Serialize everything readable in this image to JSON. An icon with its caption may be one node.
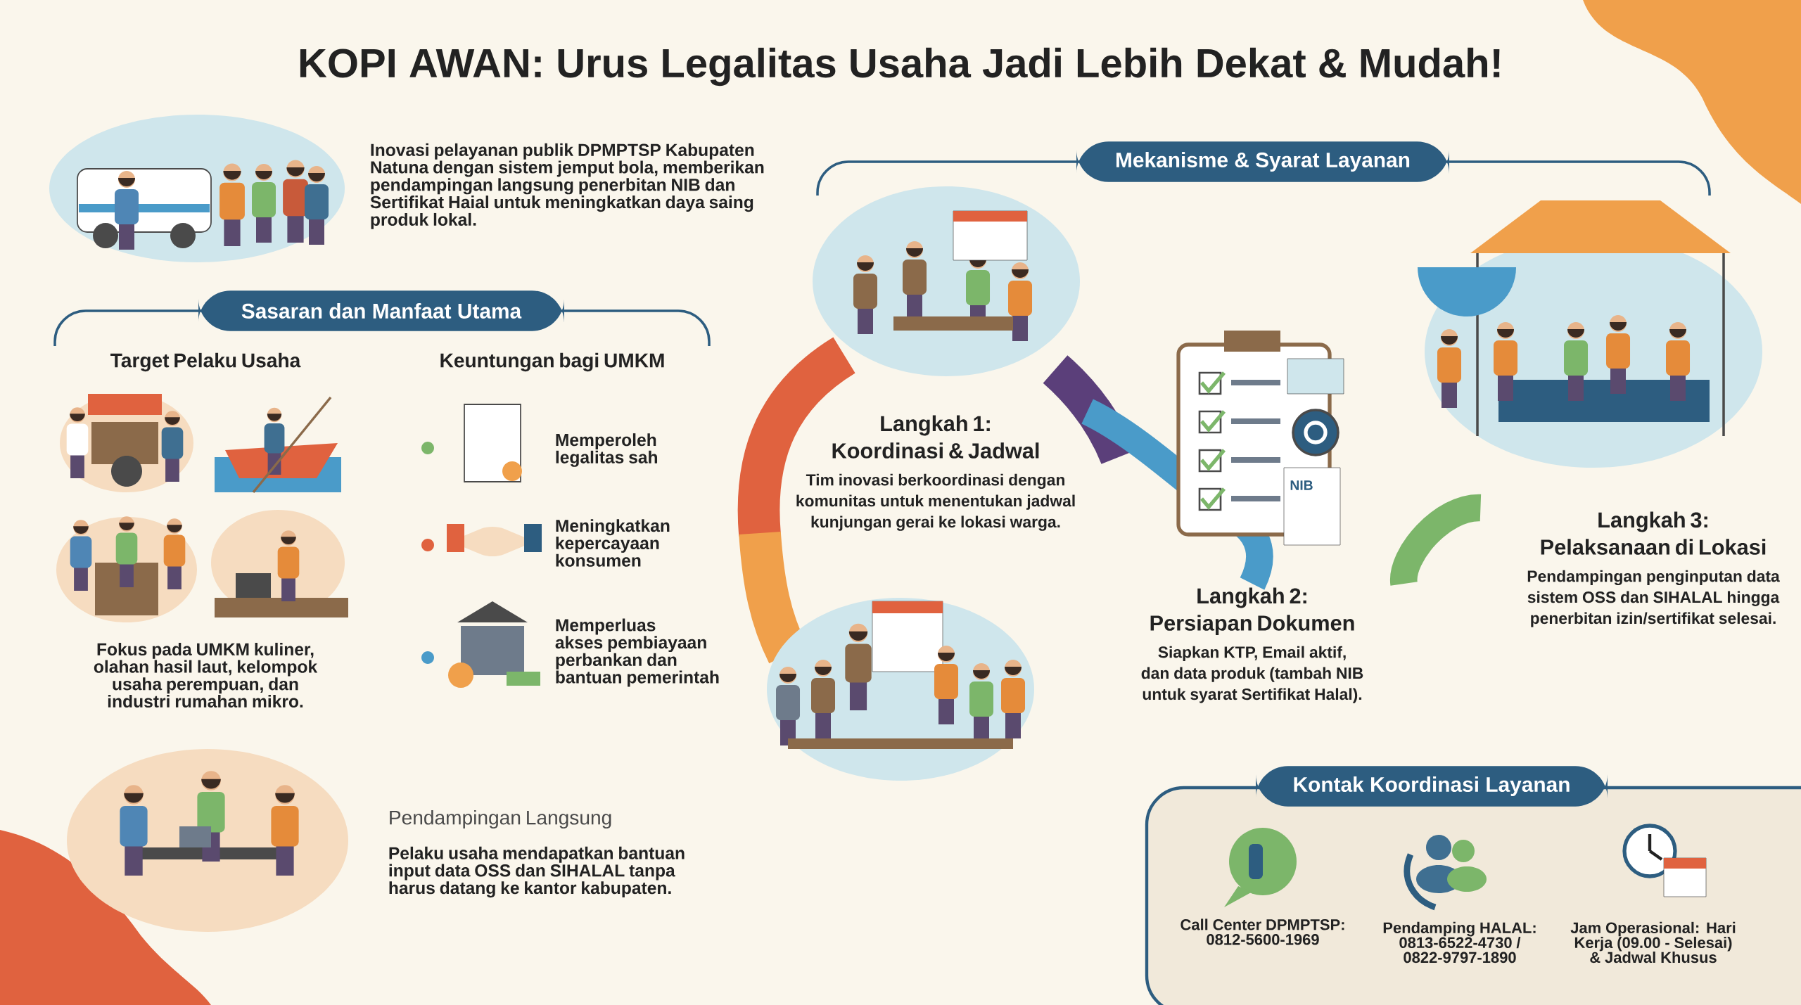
{
  "diagram": {
    "title": "KOPI AWAN: Urus Legalitas Usaha Jadi Lebih Dekat & Mudah!",
    "nodes": [
      {
        "text": [
          "Sasaran dan Manfaat Utama"
        ]
      },
      {
        "text": [
          "Mekanisme & Syarat Layanan"
        ]
      },
      {
        "text": [
          "Langkah 1: Koordinasi & Jadwal",
          "Tim inovasi berkoordinasi dengan komunitas untuk menentukan jadwal kunjungan gerai ke lokasi warga."
        ]
      },
      {
        "text": [
          "Langkah 2: Persiapan Dokumen",
          "Siapkan KTP, Email aktif, dan data produk (tambah NIB untuk syarat Sertifikat Halal)."
        ]
      },
      {
        "text": [
          "Langkah 3: Pelaksanaan di Lokasi",
          "Pendampingan penginputan data sistem OSS dan SIHALAL hingga penerbitan izin/sertifikat selesai."
        ]
      },
      {
        "text": [
          "Kontak Koordinasi Layanan"
        ]
      }
    ],
    "edges": [
      {
        "from": 2,
        "to": 3,
        "arrow": "none",
        "color": "#4a9bc9"
      },
      {
        "from": 3,
        "to": 4,
        "arrow": "none",
        "color": "#7cb66a"
      }
    ],
    "labels": [
      "Inovasi pelayanan publik DPMPTSP Kabupaten Natuna dengan sistem jemput bola, memberikan pendampingan langsung penerbitan NIB dan Sertifikat Haial untuk meningkatkan daya saing produk lokal.",
      "Target Pelaku Usaha",
      "Keuntungan bagi UMKM",
      "Memperoleh legalitas sah",
      "Meningkatkan kepercayaan konsumen",
      "Memperluas akses pembiayaan perbankan dan bantuan pemerintah",
      "Fokus pada UMKM kuliner, olahan hasil laut, kelompok usaha perempuan, dan industri rumahan mikro.",
      "NIB",
      "Pendampingan Langsung",
      "Pelaku usaha mendapatkan bantuan input data OSS dan SIHALAL tanpa harus datang ke kantor kabupaten.",
      "Call Center DPMPTSP: 0812-5600-1969",
      "Pendamping HALAL: 0813-6522-4730 / 0822-9797-1890",
      "Jam Operasional: Hari Kerja (09.00 - Selesai) & Jadwal Khusus"
    ]
  }
}
